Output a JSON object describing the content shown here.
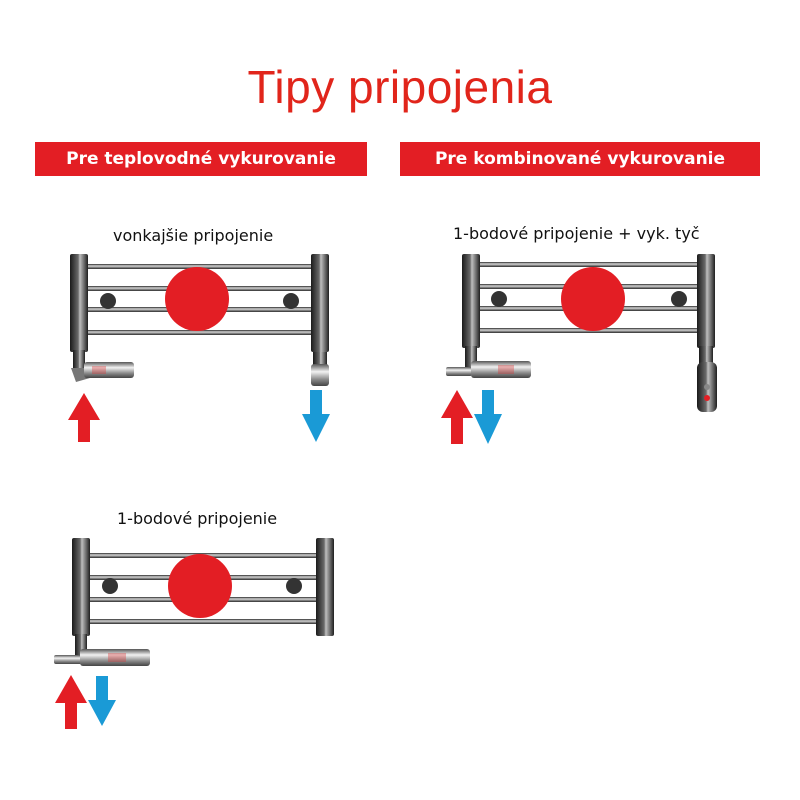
{
  "title": "Tipy pripojenia",
  "banners": {
    "left": "Pre teplovodné vykurovanie",
    "right": "Pre kombinované vykurovanie"
  },
  "captions": {
    "external": "vonkajšie pripojenie",
    "single_point_heater": "1-bodové pripojenie + vyk. tyč",
    "single_point": "1-bodové pripojenie"
  },
  "colors": {
    "accent_red": "#e31e24",
    "flow_in_red": "#e31e24",
    "flow_out_blue": "#1a9ad6",
    "chrome": "#3a3a3a"
  }
}
